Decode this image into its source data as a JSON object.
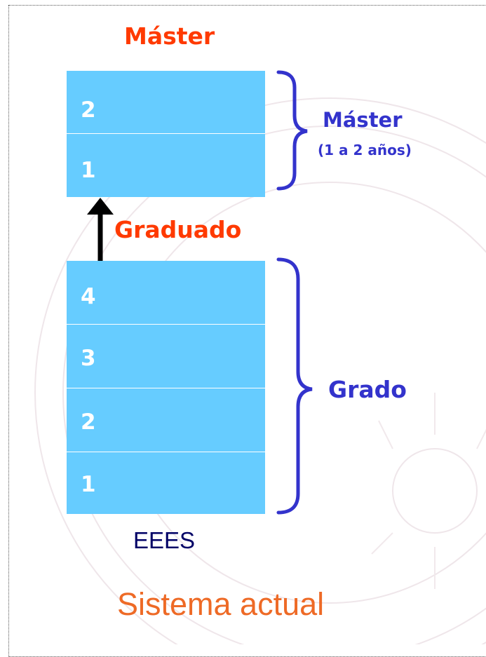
{
  "title": "Máster",
  "master_boxes": [
    "2",
    "1"
  ],
  "master_label": "Máster",
  "master_duration": "(1 a 2 años)",
  "transition_label": "Graduado",
  "grado_boxes": [
    "4",
    "3",
    "2",
    "1"
  ],
  "grado_label": "Grado",
  "system_label": "EEES",
  "caption": "Sistema actual",
  "colors": {
    "box_fill": "#66ccff",
    "accent_red": "#ff3a00",
    "brace_blue": "#3333cc",
    "caption_orange": "#ee6a26"
  }
}
